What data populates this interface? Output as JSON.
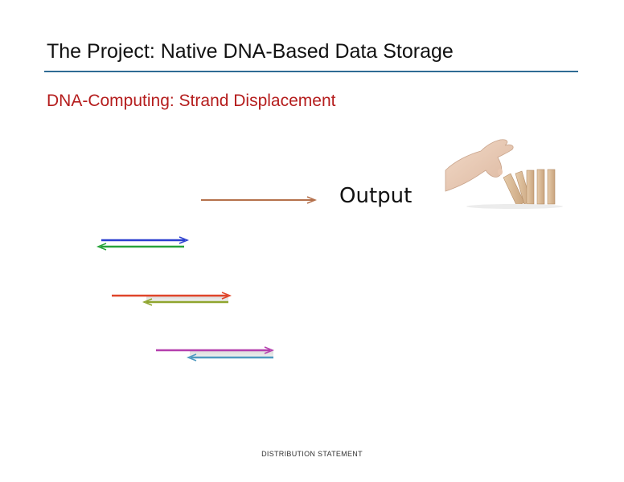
{
  "slide": {
    "title": "The Project: Native DNA-Based Data Storage",
    "heading": "DNA-Computing: Strand Displacement",
    "output_label": "Output",
    "footer": "DISTRIBUTION STATEMENT"
  },
  "colors": {
    "title_rule": "#2f6b94",
    "heading": "#b51d1d",
    "output_strand": "#b5714c",
    "pair1_top": "#2b3fcf",
    "pair1_bottom": "#27a33a",
    "pair2_top": "#e0452a",
    "pair2_bottom": "#8fa52e",
    "pair3_top": "#b43fae",
    "pair3_bottom": "#4f9ac0"
  },
  "image": {
    "subject": "hand-toppling-dominoes"
  }
}
